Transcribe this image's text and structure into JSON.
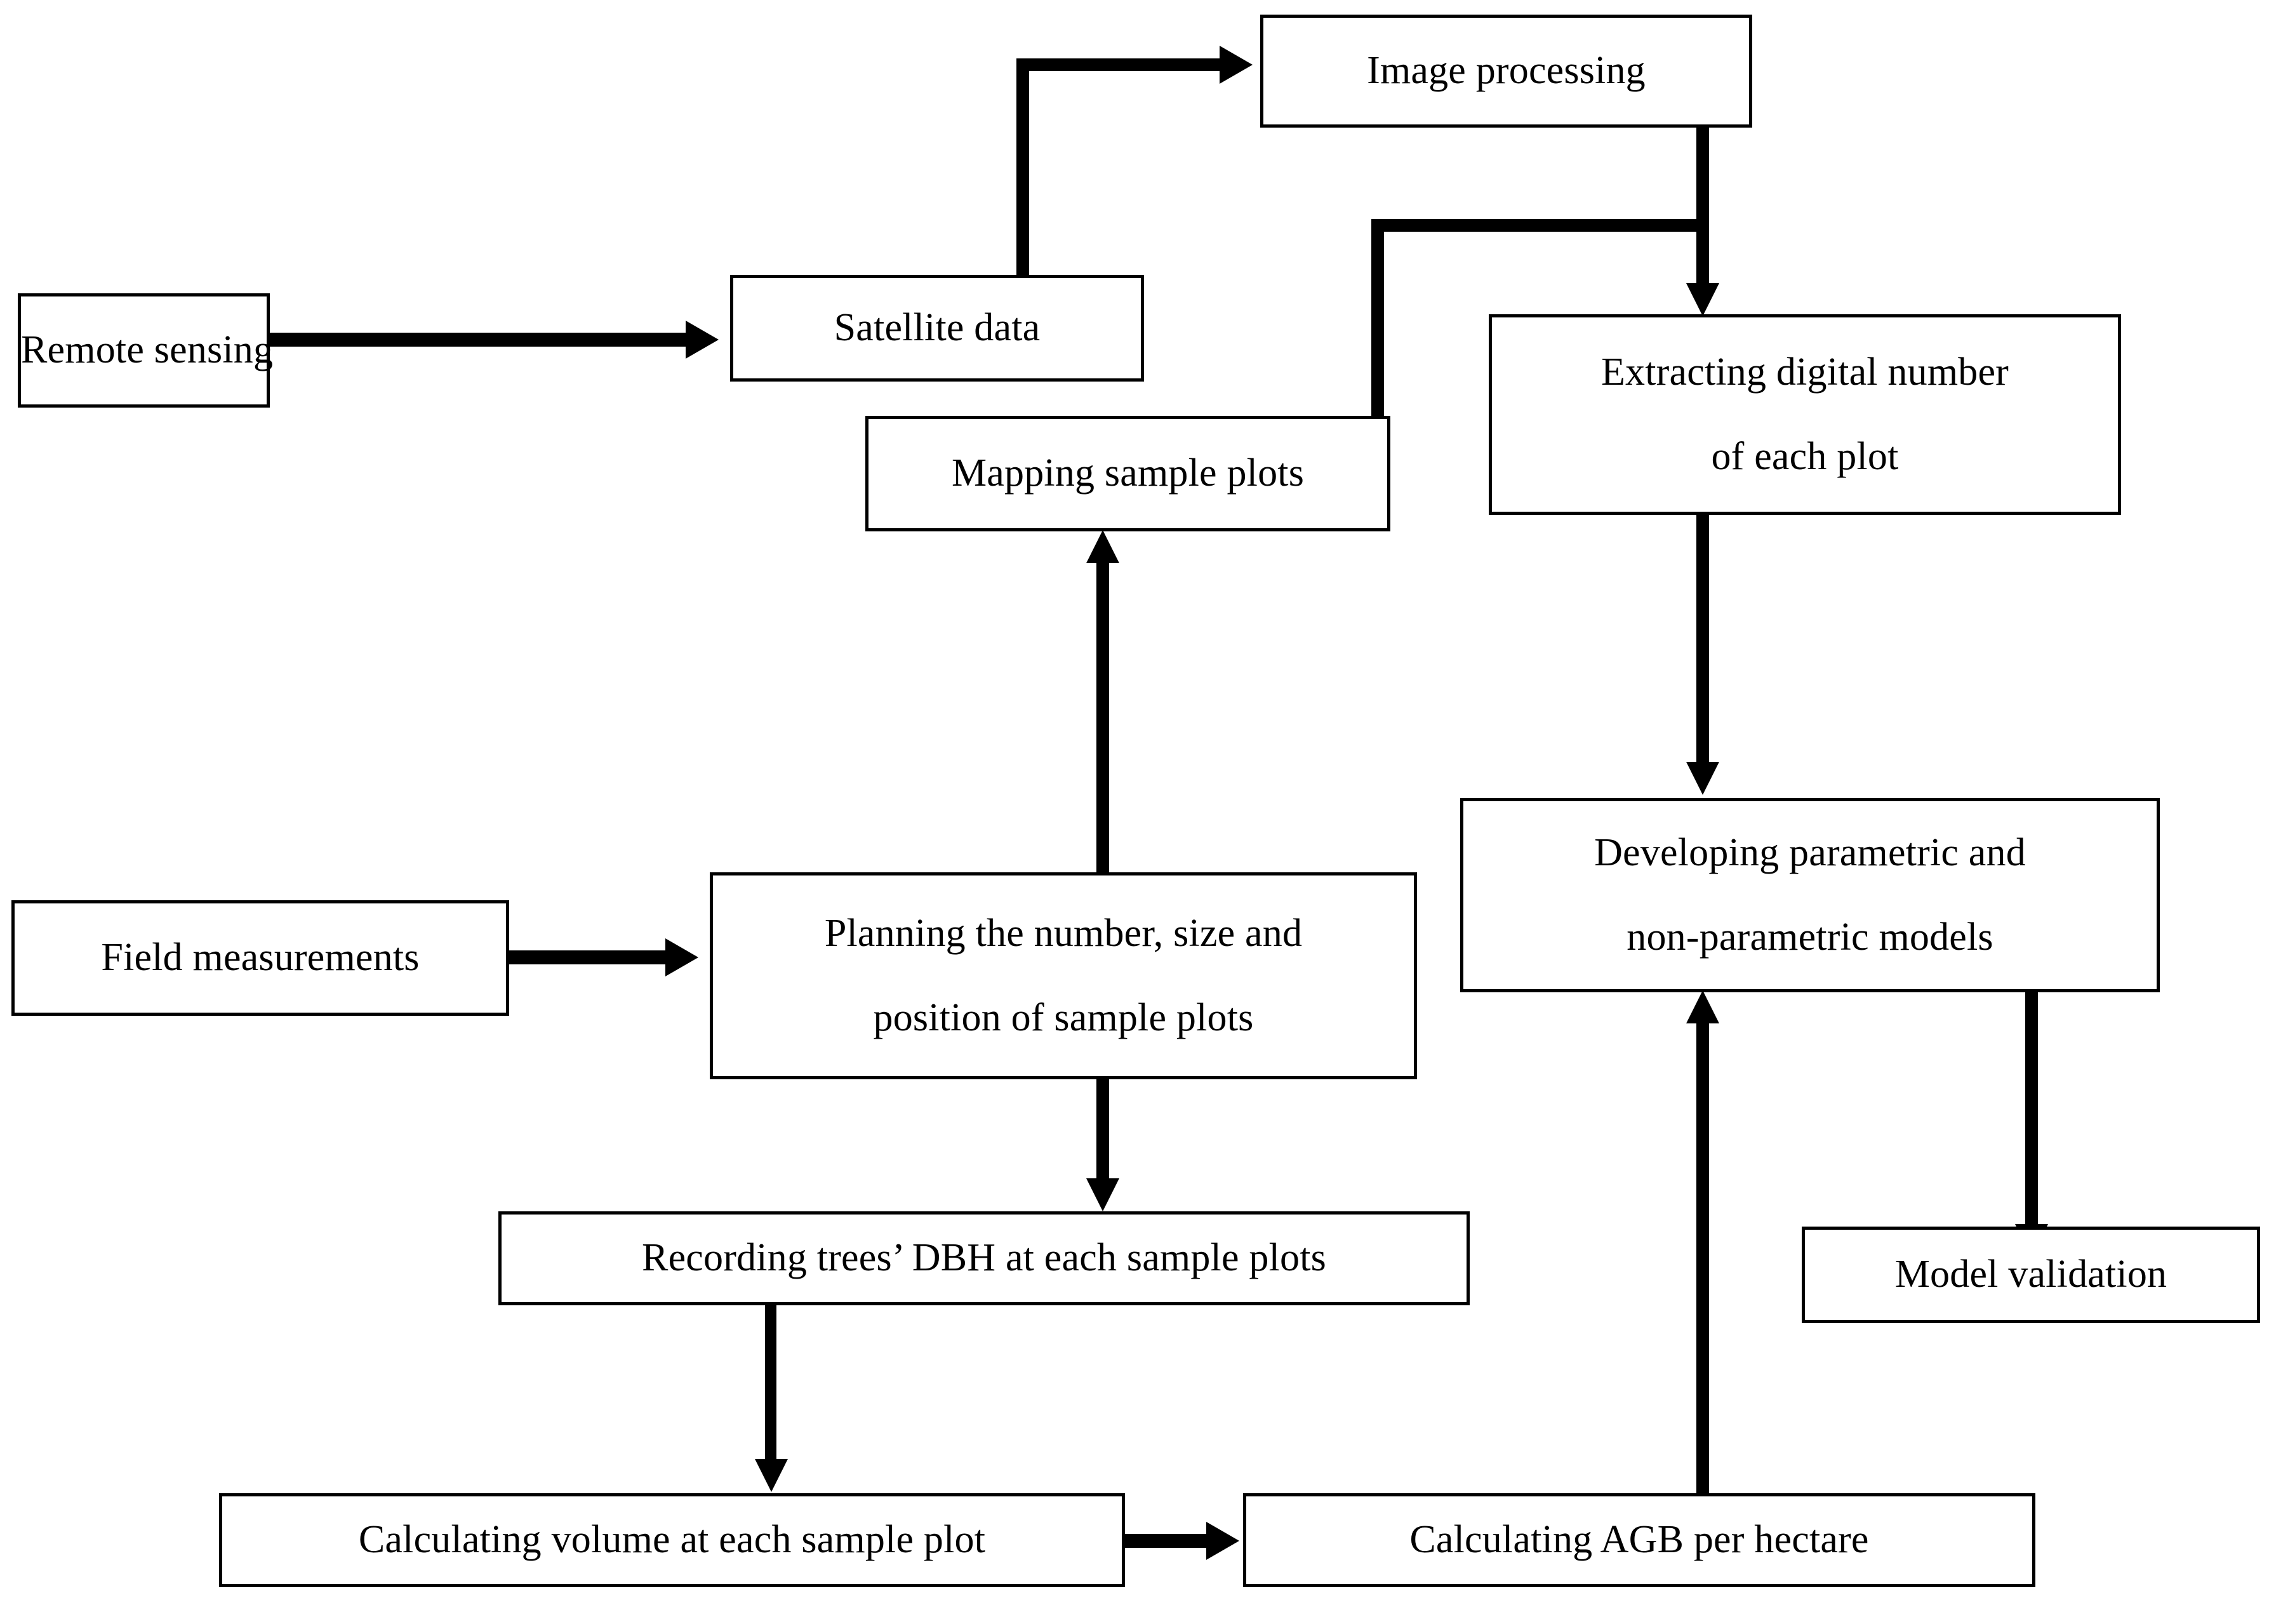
{
  "diagram": {
    "title": "Biomass estimation workflow flowchart",
    "background_color": "#ffffff",
    "stroke_color": "#000000",
    "nodes": [
      {
        "id": "remote-sensing",
        "label": "Remote sensing"
      },
      {
        "id": "satellite-data",
        "label": "Satellite data"
      },
      {
        "id": "image-processing",
        "label": "Image processing"
      },
      {
        "id": "mapping-sample-plots",
        "label": "Mapping sample plots"
      },
      {
        "id": "extracting-dn",
        "line1": "Extracting digital number",
        "line2": "of each plot"
      },
      {
        "id": "field-measurements",
        "label": "Field measurements"
      },
      {
        "id": "planning-plots",
        "line1": "Planning the number, size and",
        "line2": "position of sample plots"
      },
      {
        "id": "developing-models",
        "line1": "Developing parametric and",
        "line2": "non-parametric models"
      },
      {
        "id": "recording-dbh",
        "label": "Recording trees’ DBH at each sample plots"
      },
      {
        "id": "model-validation",
        "label": "Model validation"
      },
      {
        "id": "calculating-volume",
        "label": "Calculating volume at each sample plot"
      },
      {
        "id": "calculating-agb",
        "label": "Calculating AGB per hectare"
      }
    ],
    "edges": [
      {
        "from": "remote-sensing",
        "to": "satellite-data",
        "style": "arrow-right"
      },
      {
        "from": "satellite-data",
        "to": "image-processing",
        "style": "elbow-up-right"
      },
      {
        "from": "image-processing",
        "to": "extracting-dn",
        "style": "arrow-down"
      },
      {
        "from": "mapping-sample-plots",
        "to": "extracting-dn",
        "style": "elbow-up-right-join"
      },
      {
        "from": "extracting-dn",
        "to": "developing-models",
        "style": "arrow-down"
      },
      {
        "from": "field-measurements",
        "to": "planning-plots",
        "style": "arrow-right"
      },
      {
        "from": "planning-plots",
        "to": "mapping-sample-plots",
        "style": "arrow-up"
      },
      {
        "from": "planning-plots",
        "to": "recording-dbh",
        "style": "arrow-down"
      },
      {
        "from": "recording-dbh",
        "to": "calculating-volume",
        "style": "arrow-down"
      },
      {
        "from": "calculating-volume",
        "to": "calculating-agb",
        "style": "arrow-right"
      },
      {
        "from": "calculating-agb",
        "to": "developing-models",
        "style": "arrow-up"
      },
      {
        "from": "developing-models",
        "to": "model-validation",
        "style": "arrow-down"
      }
    ]
  }
}
